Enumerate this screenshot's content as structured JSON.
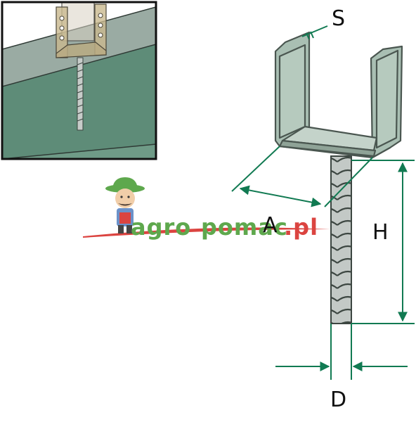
{
  "labels": {
    "s": "S",
    "a": "A",
    "h": "H",
    "d": "D"
  },
  "watermark": {
    "left": "agro",
    "right": "pomac",
    "suffix": ".pl"
  },
  "colors": {
    "dimension_green": "#117a52",
    "bracket_fill": "#a9bfb3",
    "bracket_stroke": "#4a5650",
    "rod_fill": "#c3c9c6",
    "thumb_wall": "#5e8c78",
    "thumb_sky": "#9aaba3",
    "watermark_green": "#4d9f3a",
    "watermark_red": "#d8302c"
  }
}
